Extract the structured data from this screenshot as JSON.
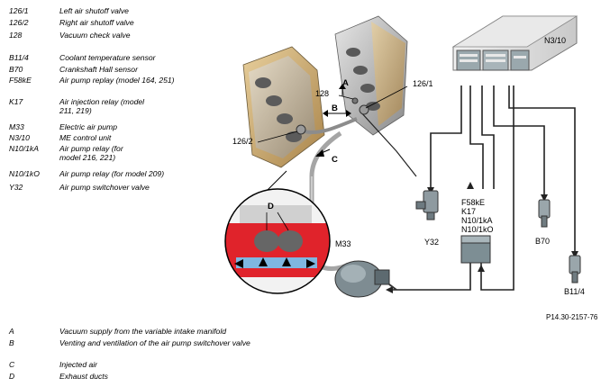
{
  "legend": [
    {
      "code": "126/1",
      "text": "Left air shutoff valve"
    },
    {
      "code": "126/2",
      "text": "Right air shutoff valve"
    },
    {
      "code": "128",
      "text": "Vacuum check valve"
    },
    {
      "code": "B11/4",
      "text": "Coolant temperature sensor"
    },
    {
      "code": "B70",
      "text": "Crankshaft Hall sensor"
    },
    {
      "code": "F58kE",
      "text": "Air pump replay (model 164, 251)"
    },
    {
      "code": "K17",
      "text": "Air injection relay (model 211, 219)"
    },
    {
      "code": "M33",
      "text": "Electric air pump"
    },
    {
      "code": "N3/10",
      "text": "ME control unit"
    },
    {
      "code": "N10/1kA",
      "text": "Air pump relay (for model 216, 221)"
    },
    {
      "code": "N10/1kO",
      "text": "Air pump relay (for model 209)"
    },
    {
      "code": "Y32",
      "text": "Air pump switchover valve"
    }
  ],
  "footnotes": [
    {
      "code": "A",
      "text": "Vacuum supply from the variable intake manifold"
    },
    {
      "code": "B",
      "text": "Venting and ventilation of the air pump switchover valve"
    },
    {
      "code": "C",
      "text": "Injected air"
    },
    {
      "code": "D",
      "text": "Exhaust ducts"
    }
  ],
  "diagram": {
    "labels": {
      "n3_10": "N3/10",
      "l126_1": "126/1",
      "l126_2": "126/2",
      "l128": "128",
      "a": "A",
      "b": "B",
      "c": "C",
      "d": "D",
      "m33": "M33",
      "y32": "Y32",
      "b70": "B70",
      "b11_4": "B11/4",
      "relay_1": "F58kE",
      "relay_2": "K17",
      "relay_3": "N10/1kA",
      "relay_4": "N10/1kO"
    },
    "figure_id": "P14.30-2157-76"
  },
  "colors": {
    "engine_metal": "#bdbdbd",
    "engine_gold": "#c9a66b",
    "inset_red": "#e0232b",
    "inset_blue": "#7fb6e0",
    "pipe_grey": "#a5a5a5"
  }
}
